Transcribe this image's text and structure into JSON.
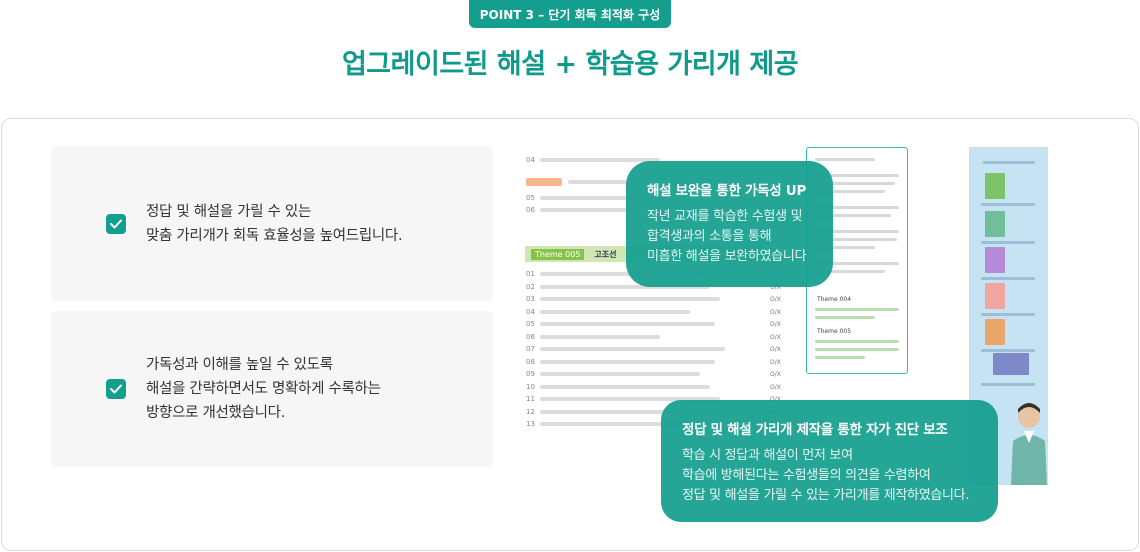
{
  "header": {
    "badge": "POINT 3 – 단기 회독 최적화 구성",
    "title": "업그레이드된 해설 + 학습용 가리개 제공"
  },
  "features": [
    {
      "lines": [
        "정답 및 해설을 가릴 수 있는",
        "맞춤 가리개가 회독 효율성을 높여드립니다."
      ]
    },
    {
      "lines": [
        "가독성과 이해를 높일 수 있도록",
        "해설을 간략하면서도 명확하게 수록하는",
        "방향으로 개선했습니다."
      ]
    }
  ],
  "mock_page": {
    "theme_label": "Theme 005",
    "theme_name": "고조선",
    "numbers": [
      "04",
      "05",
      "06",
      "01",
      "02",
      "03",
      "04",
      "05",
      "06",
      "07",
      "08",
      "09",
      "10",
      "11",
      "12",
      "13"
    ],
    "ox": "O/X"
  },
  "cutout": {
    "themes": [
      "Theme 004",
      "Theme 005"
    ]
  },
  "callouts": [
    {
      "title": "해설 보완을 통한 가독성 UP",
      "lines": [
        "작년 교재를 학습한 수험생 및",
        "합격생과의 소통을 통해",
        "미흡한 해설을 보완하였습니다"
      ]
    },
    {
      "title": "정답 및 해설 가리개 제작을 통한 자가 진단 보조",
      "lines": [
        "학습 시 정답과 해설이 먼저 보여",
        "학습에 방해된다는 수험생들의 의견을 수렴하여",
        "정답 및 해설을 가릴 수 있는 가리개를 제작하였습니다."
      ]
    }
  ],
  "colors": {
    "accent": "#139e8e",
    "title": "#109a8b",
    "feature_bg": "#f6f6f6"
  },
  "icons": [
    "check-icon"
  ]
}
